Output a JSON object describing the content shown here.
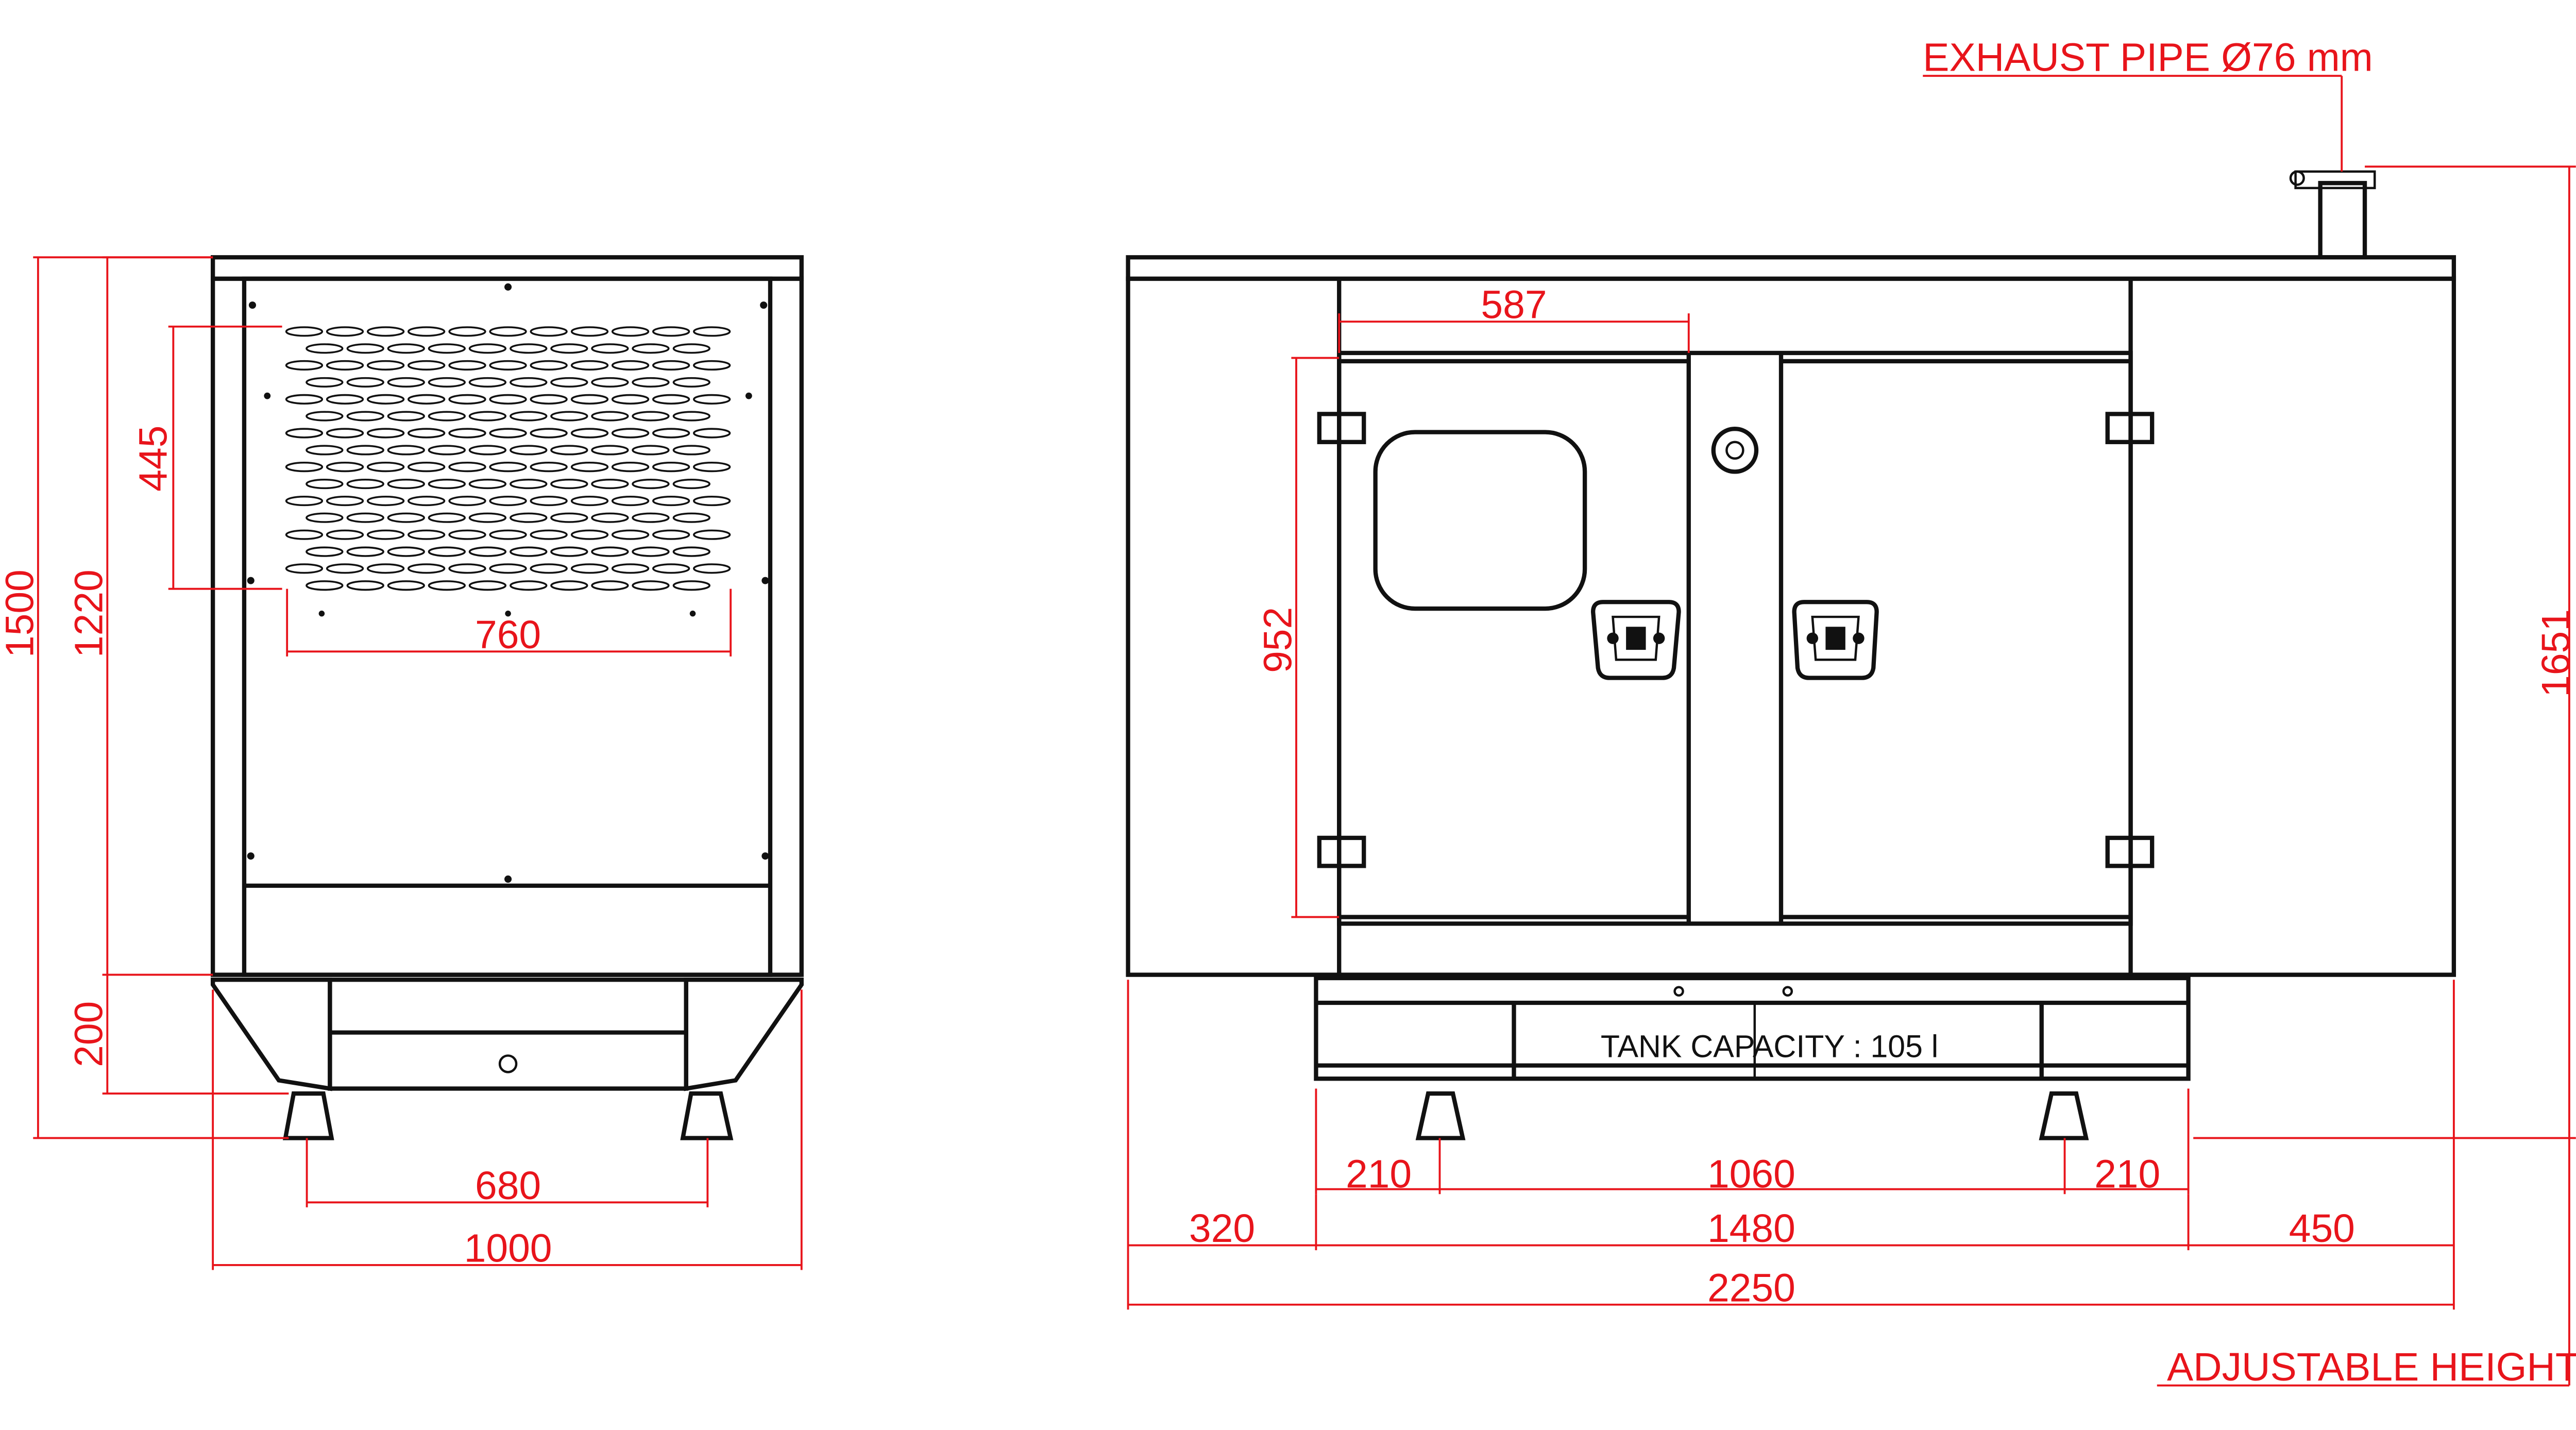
{
  "colors": {
    "dimension": "#e8141b",
    "outline": "#111111",
    "background": "#ffffff"
  },
  "front_view": {
    "dims": {
      "total_height": "1500",
      "body_height": "1220",
      "grille_height": "445",
      "grille_width": "760",
      "base_height": "200",
      "feet_spacing": "680",
      "width": "1000"
    }
  },
  "side_view": {
    "dims": {
      "door_width": "587",
      "door_height": "952",
      "overall_height": "1651",
      "foot_offset_left": "210",
      "feet_spacing": "1060",
      "foot_offset_right": "210",
      "left_overhang": "320",
      "base_length": "1480",
      "right_overhang": "450",
      "total_length": "2250"
    },
    "labels": {
      "exhaust": "EXHAUST PIPE Ø76 mm",
      "tank": "TANK CAPACITY : 105 l",
      "adjustable": "ADJUSTABLE HEIGHT"
    }
  }
}
